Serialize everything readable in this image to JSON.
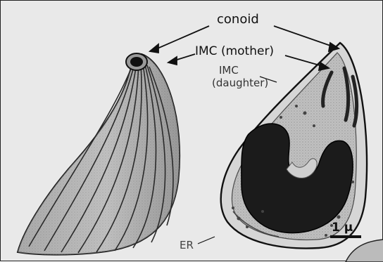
{
  "labels": {
    "conoid": "conoid",
    "imc_mother": "IMC (mother)",
    "imc_daughter_line1": "IMC",
    "imc_daughter_line2": "(daughter)",
    "er": "ER",
    "scale_bar": "1 μ"
  },
  "colors": {
    "background": "#e9e9e9",
    "outline": "#111111",
    "nucleus": "#1b1b1b",
    "cell_fill": "#cfcfcf"
  }
}
